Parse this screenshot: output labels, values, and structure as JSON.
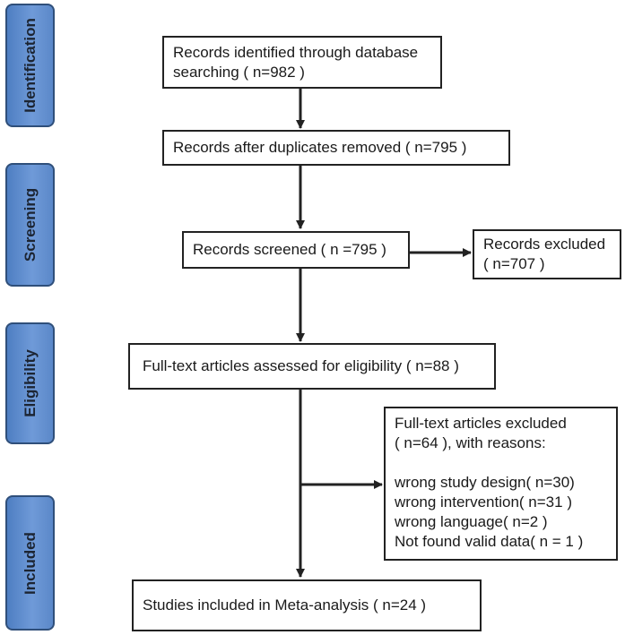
{
  "phases": {
    "identification": "Identification",
    "screening": "Screening",
    "eligibility": "Eligibility",
    "included": "Included"
  },
  "boxes": {
    "identified": {
      "line1": "Records identified through database",
      "line2": "searching ( n=982 )"
    },
    "duplicates": {
      "text": "Records after duplicates removed ( n=795 )"
    },
    "screened": {
      "text": "Records screened ( n =795 )"
    },
    "excluded": {
      "line1": "Records excluded",
      "line2": "( n=707 )"
    },
    "fulltext": {
      "text": "Full-text articles assessed for eligibility ( n=88 )"
    },
    "fulltext_excluded": {
      "line1": "Full-text articles excluded",
      "line2": "( n=64 ), with reasons:",
      "reasons": [
        "wrong study design( n=30)",
        "wrong intervention( n=31 )",
        "wrong language( n=2 )",
        "Not found valid data( n = 1 )"
      ]
    },
    "included": {
      "text": "Studies included in Meta-analysis ( n=24 )"
    }
  }
}
